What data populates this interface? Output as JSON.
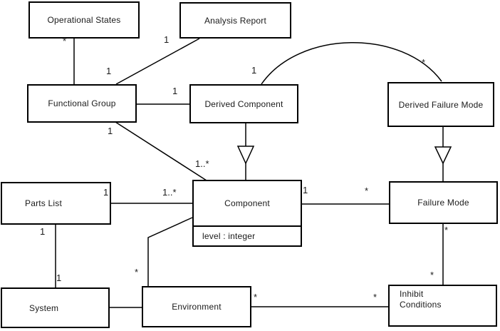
{
  "diagram_type": "uml-class-diagram",
  "colors": {
    "background": "#ffffff",
    "line": "#000000",
    "text": "#1a1a1a",
    "box_fill": "#ffffff"
  },
  "classes": {
    "operational_states": {
      "name": "Operational States"
    },
    "analysis_report": {
      "name": "Analysis Report"
    },
    "functional_group": {
      "name": "Functional Group"
    },
    "derived_component": {
      "name": "Derived Component"
    },
    "derived_failure_mode": {
      "name": "Derived Failure Mode"
    },
    "parts_list": {
      "name": "Parts List"
    },
    "component": {
      "name": "Component",
      "attribute": "level : integer"
    },
    "failure_mode": {
      "name": "Failure Mode"
    },
    "system": {
      "name": "System"
    },
    "environment": {
      "name": "Environment"
    },
    "inhibit_conditions": {
      "name": "Inhibit Conditions"
    }
  },
  "relationships": [
    {
      "id": "os-fg",
      "from": "operational_states",
      "to": "functional_group",
      "type": "association",
      "from_label": "*",
      "to_label": ""
    },
    {
      "id": "ar-fg",
      "from": "analysis_report",
      "to": "functional_group",
      "type": "association",
      "from_label": "1",
      "to_label": "1"
    },
    {
      "id": "fg-dc",
      "from": "functional_group",
      "to": "derived_component",
      "type": "association",
      "from_label": "",
      "to_label": "1"
    },
    {
      "id": "fg-comp",
      "from": "functional_group",
      "to": "component",
      "type": "association",
      "from_label": "1",
      "to_label": "1..*"
    },
    {
      "id": "dc-dfm",
      "from": "derived_component",
      "to": "derived_failure_mode",
      "type": "association",
      "from_label": "1",
      "to_label": "*"
    },
    {
      "id": "dc-comp",
      "from": "derived_component",
      "to": "component",
      "type": "generalization",
      "from_label": "",
      "to_label": ""
    },
    {
      "id": "dfm-fm",
      "from": "derived_failure_mode",
      "to": "failure_mode",
      "type": "generalization",
      "from_label": "",
      "to_label": ""
    },
    {
      "id": "pl-comp",
      "from": "parts_list",
      "to": "component",
      "type": "association",
      "from_label": "1",
      "to_label": "1..*"
    },
    {
      "id": "comp-fm",
      "from": "component",
      "to": "failure_mode",
      "type": "association",
      "from_label": "1",
      "to_label": "*"
    },
    {
      "id": "pl-sys",
      "from": "parts_list",
      "to": "system",
      "type": "association",
      "from_label": "1",
      "to_label": "1"
    },
    {
      "id": "sys-env",
      "from": "system",
      "to": "environment",
      "type": "association",
      "from_label": "",
      "to_label": ""
    },
    {
      "id": "env-comp",
      "from": "environment",
      "to": "component",
      "type": "association",
      "from_label": "*",
      "to_label": ""
    },
    {
      "id": "env-ic",
      "from": "environment",
      "to": "inhibit_conditions",
      "type": "association",
      "from_label": "*",
      "to_label": "*"
    },
    {
      "id": "fm-ic",
      "from": "failure_mode",
      "to": "inhibit_conditions",
      "type": "association",
      "from_label": "*",
      "to_label": "*"
    }
  ]
}
